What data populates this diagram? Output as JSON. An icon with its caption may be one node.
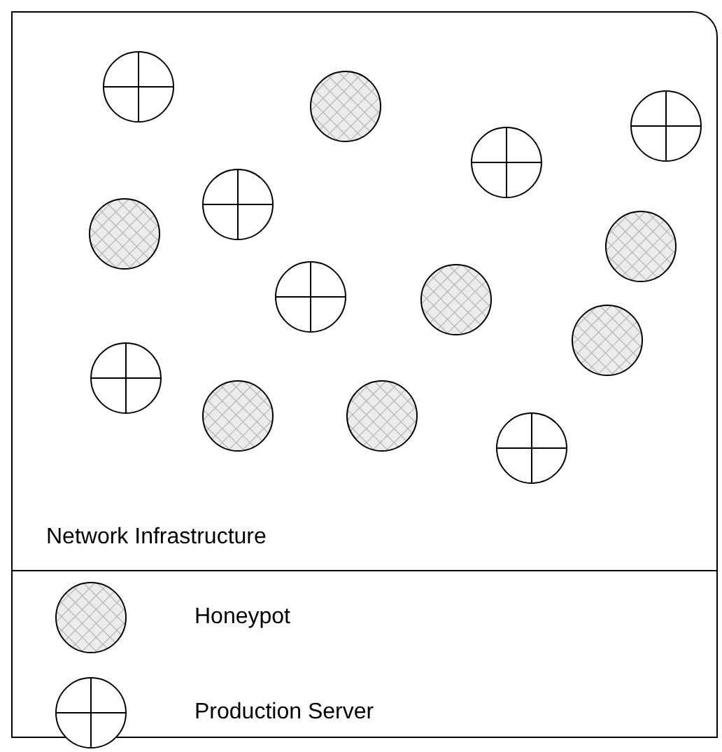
{
  "diagram": {
    "nodes": [
      {
        "text": [
          "Network Infrastructure"
        ]
      },
      {
        "text": [],
        "shape": "circle",
        "in": 0
      },
      {
        "text": [],
        "shape": "circle",
        "in": 0
      },
      {
        "text": [],
        "shape": "circle",
        "in": 0
      },
      {
        "text": [],
        "shape": "circle",
        "in": 0
      },
      {
        "text": [],
        "shape": "circle",
        "in": 0
      },
      {
        "text": [],
        "shape": "circle",
        "in": 0
      },
      {
        "text": [],
        "shape": "circle",
        "in": 0
      },
      {
        "text": [],
        "shape": "circle",
        "in": 0
      },
      {
        "text": [],
        "shape": "circle",
        "in": 0
      },
      {
        "text": [],
        "shape": "circle",
        "in": 0
      },
      {
        "text": [],
        "shape": "circle",
        "in": 0
      },
      {
        "text": [],
        "shape": "circle",
        "in": 0
      },
      {
        "text": [],
        "shape": "circle",
        "in": 0
      },
      {
        "text": [],
        "shape": "circle",
        "in": 0
      }
    ],
    "legend": [
      {
        "text": "Honeypot"
      },
      {
        "text": "Production Server"
      }
    ]
  }
}
